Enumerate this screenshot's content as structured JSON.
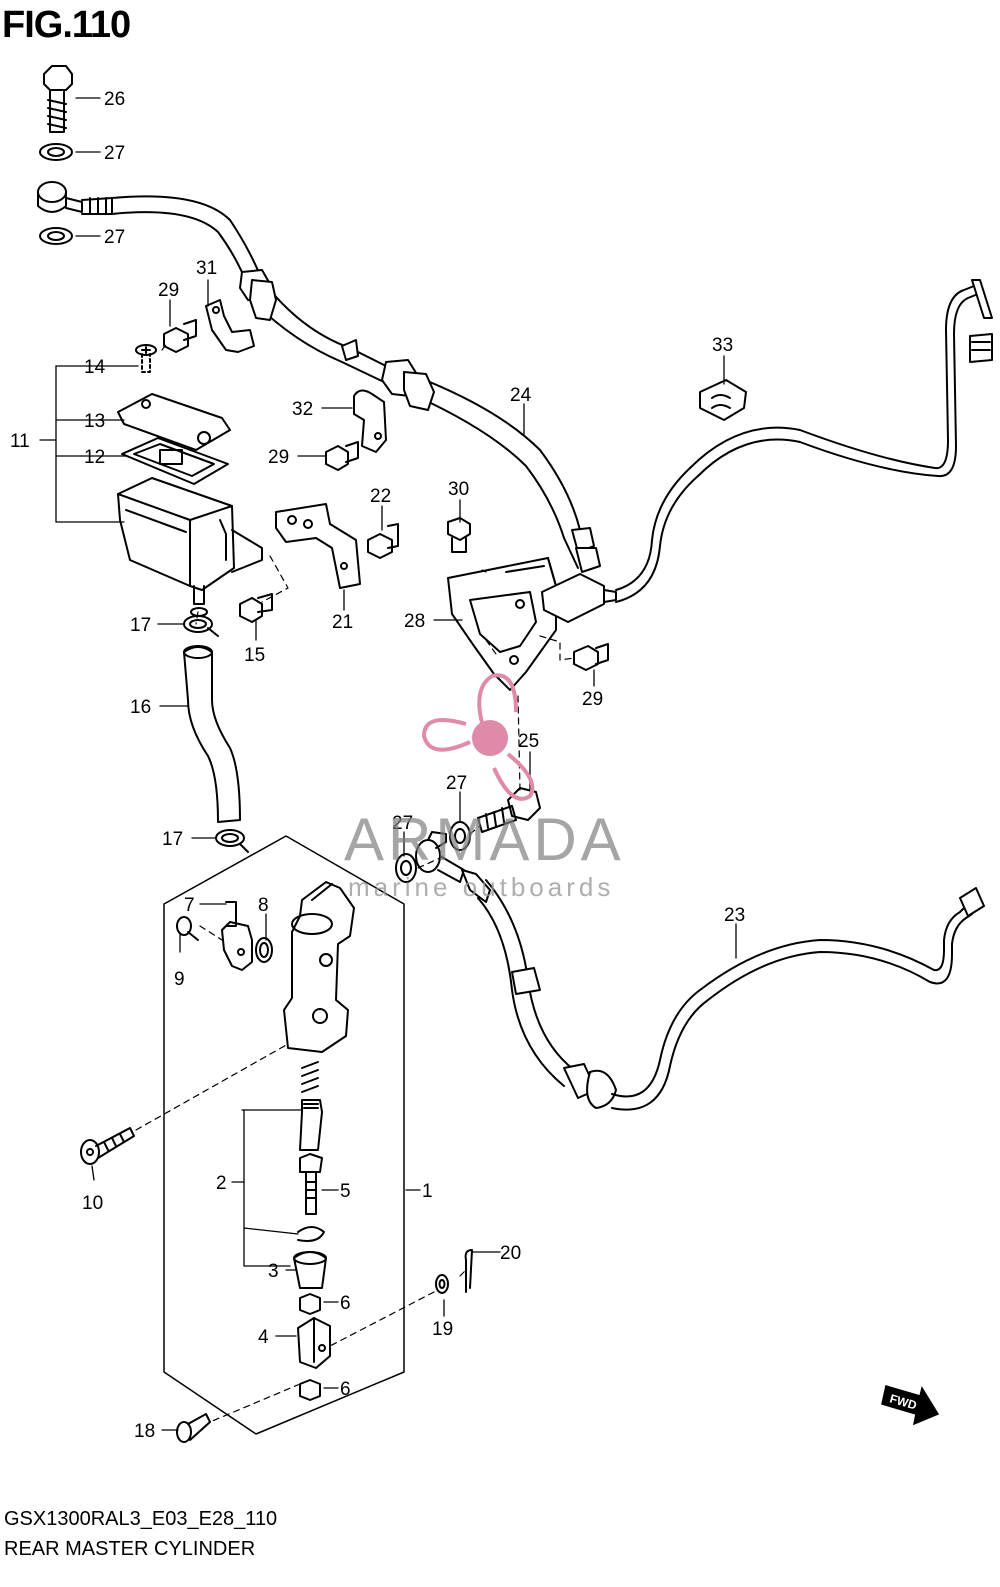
{
  "figure": {
    "title": "FIG.110",
    "model_code": "GSX1300RAL3_E03_E28_110",
    "subtitle": "REAR MASTER CYLINDER"
  },
  "watermark": {
    "name": "ARMADA",
    "tagline": "marine outboards",
    "color": "#e08aaa"
  },
  "direction_badge": "FWD",
  "callouts": [
    "1",
    "2",
    "3",
    "4",
    "5",
    "6",
    "6",
    "7",
    "8",
    "9",
    "10",
    "11",
    "12",
    "13",
    "14",
    "15",
    "16",
    "17",
    "17",
    "18",
    "19",
    "20",
    "21",
    "22",
    "23",
    "24",
    "25",
    "26",
    "27",
    "27",
    "27",
    "27",
    "28",
    "29",
    "29",
    "29",
    "30",
    "31",
    "32",
    "33"
  ]
}
